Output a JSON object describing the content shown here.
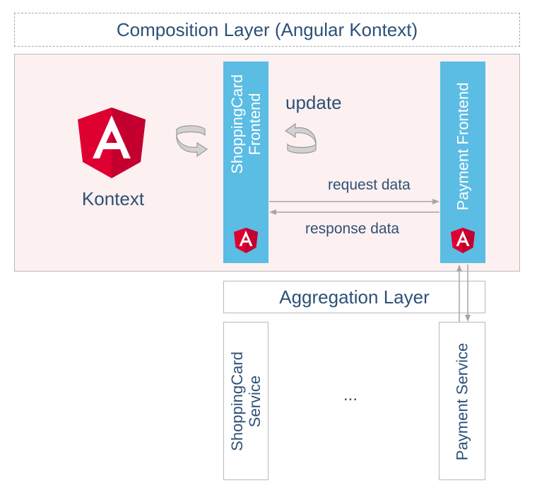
{
  "composition_layer": {
    "label": "Composition Layer (Angular Kontext)"
  },
  "context": {
    "label": "Kontext",
    "logo_icon": "angular-icon"
  },
  "update_label": "update",
  "shopping_frontend": {
    "line1": "ShoppingCard",
    "line2": "Frontend",
    "logo_icon": "angular-icon"
  },
  "payment_frontend": {
    "label": "Payment Frontend",
    "logo_icon": "angular-icon"
  },
  "arrows": {
    "request": "request data",
    "response": "response data"
  },
  "aggregation_layer": {
    "label": "Aggregation Layer"
  },
  "shopping_service": {
    "line1": "ShoppingCard",
    "line2": "Service"
  },
  "payment_service": {
    "label": "Payment Service"
  },
  "ellipsis": "...",
  "colors": {
    "frontend_bar": "#5bbce4",
    "angular_red": "#dd0031",
    "angular_dark_red": "#c3002f",
    "context_bg": "#fdf0f0",
    "text": "#2d5177"
  }
}
